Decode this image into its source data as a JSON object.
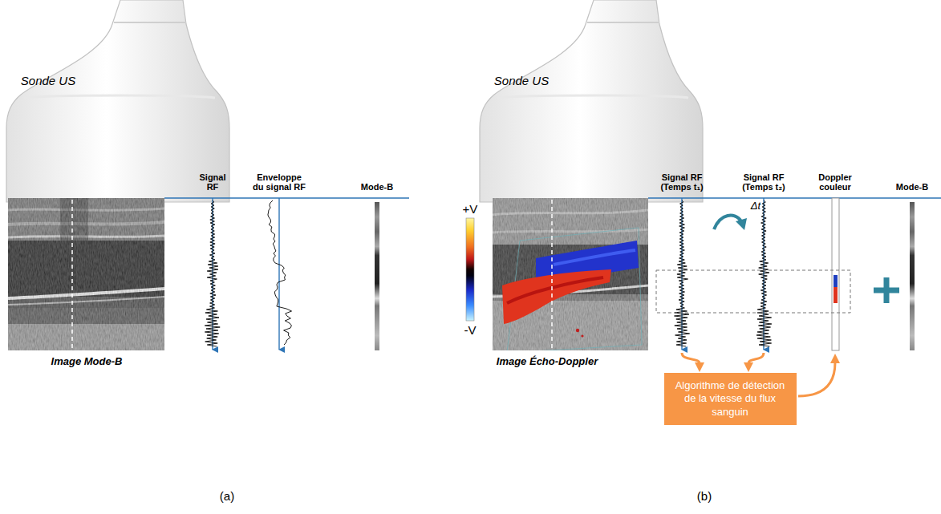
{
  "diagram": {
    "nodes": [
      {
        "text": [
          "Algorithme de détection de la vitesse du flux sanguin"
        ]
      }
    ],
    "labels": [
      "Sonde US",
      "Signal RF",
      "Enveloppe du signal RF",
      "Mode-B",
      "Image Mode-B",
      "(a)",
      "Sonde US",
      "+V",
      "-V",
      "Image Écho-Doppler",
      "Signal RF (Temps t₁)",
      "Δt",
      "Signal RF (Temps t₂)",
      "Doppler couleur",
      "Mode-B",
      "(b)"
    ]
  }
}
